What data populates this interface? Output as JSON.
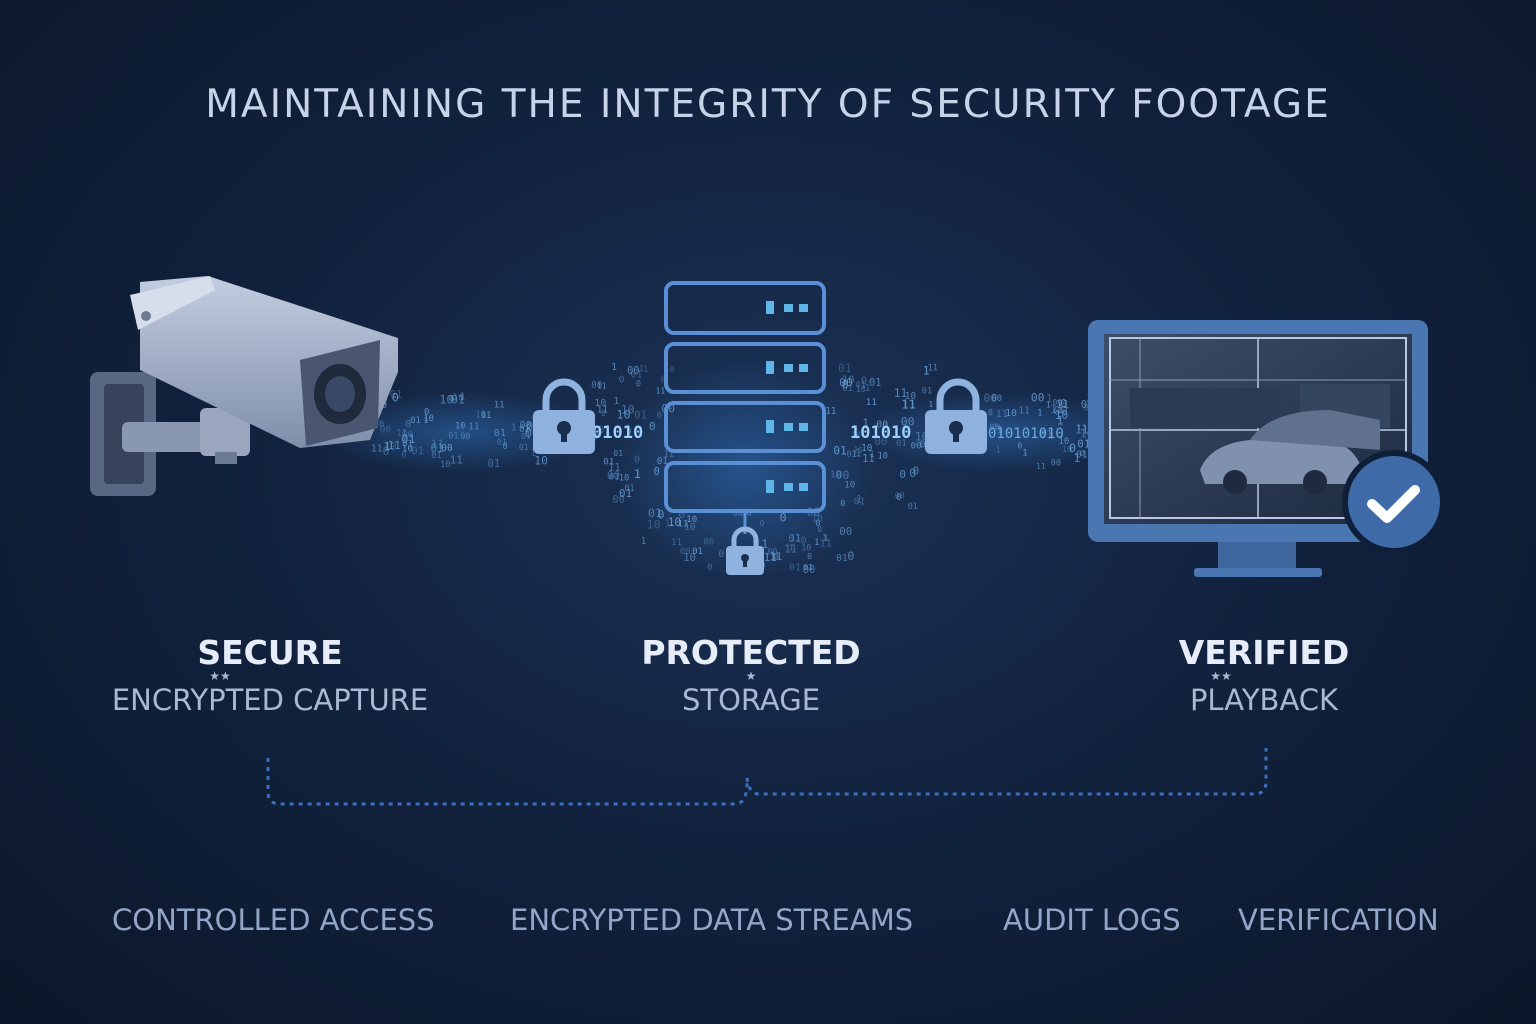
{
  "title": "MAINTAINING THE INTEGRITY OF SECURITY FOOTAGE",
  "stages": [
    {
      "heading": "SECURE",
      "marks": "★★",
      "subtitle": "ENCRYPTED CAPTURE",
      "icon": "security-camera-icon"
    },
    {
      "heading": "PROTECTED",
      "marks": "★",
      "subtitle": "STORAGE",
      "icon": "server-stack-icon"
    },
    {
      "heading": "VERIFIED",
      "marks": "★★",
      "subtitle": "PLAYBACK",
      "icon": "monitor-check-icon"
    }
  ],
  "stream_text": {
    "left": "01010",
    "right_near": "101010",
    "right_far": "010101010"
  },
  "features": [
    "CONTROLLED ACCESS",
    "ENCRYPTED DATA STREAMS",
    "AUDIT LOGS",
    "VERIFICATION"
  ],
  "colors": {
    "accent": "#4f7fc4",
    "glow": "#4fa3e6",
    "lock": "#8fb3de",
    "check_badge": "#3e6aa8"
  }
}
